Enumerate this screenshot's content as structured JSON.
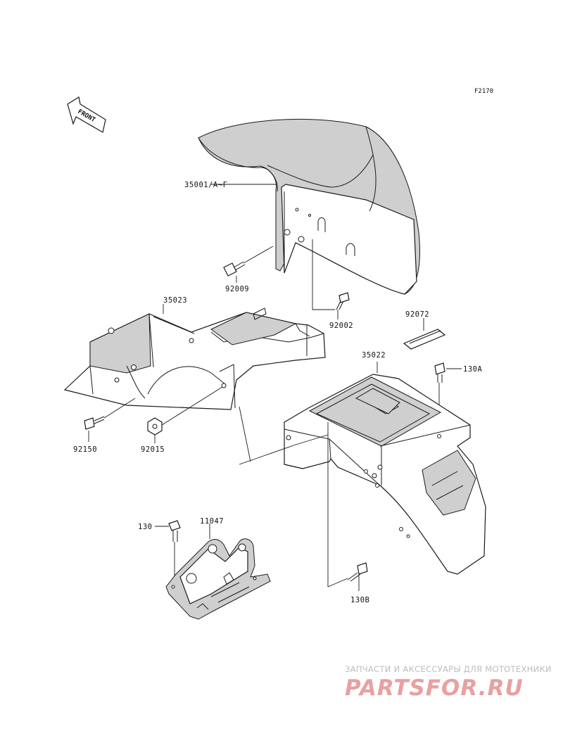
{
  "diagram": {
    "figure_code": "F2170",
    "front_arrow_label": "FRONT",
    "parts": [
      {
        "id": "front_fender",
        "label": "35001/A~F"
      },
      {
        "id": "bolt_92009",
        "label": "92009"
      },
      {
        "id": "inner_fender",
        "label": "35023"
      },
      {
        "id": "bolt_92002",
        "label": "92002"
      },
      {
        "id": "strap",
        "label": "92072"
      },
      {
        "id": "rear_fender",
        "label": "35022"
      },
      {
        "id": "bolt_130A",
        "label": "130A"
      },
      {
        "id": "bolt_92150",
        "label": "92150"
      },
      {
        "id": "nut_92015",
        "label": "92015"
      },
      {
        "id": "bolt_130",
        "label": "130"
      },
      {
        "id": "bracket",
        "label": "11047"
      },
      {
        "id": "bolt_130B",
        "label": "130B"
      }
    ]
  },
  "watermark": {
    "tagline": "ЗАПЧАСТИ И АКСЕССУАРЫ ДЛЯ МОТОТЕХНИКИ",
    "logo": "PARTSFOR.RU"
  }
}
